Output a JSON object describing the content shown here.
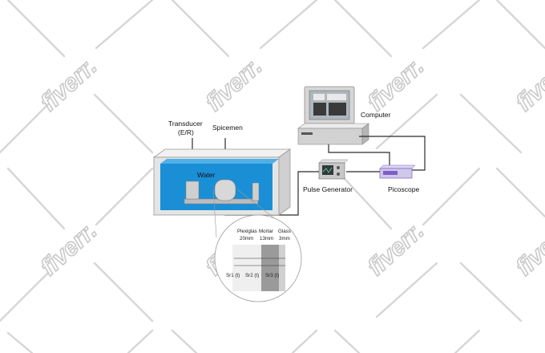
{
  "labels": {
    "computer": "Computer",
    "transducer_line1": "Transducer",
    "transducer_line2": "(E/R)",
    "specimen": "Spicemen",
    "water": "Water",
    "pulse_generator": "Pulse Generator",
    "picoscope": "Picoscope"
  },
  "detail": {
    "plexiglas": "Plexiglas",
    "mortar": "Mortar",
    "glass": "Glass",
    "dim_plexiglas": "20mm",
    "dim_mortar": "13mm",
    "dim_glass": "3mm",
    "sr1": "Sr1 (t)",
    "sr2": "Sr2 (t)",
    "sr3": "Sr3 (t)"
  },
  "watermark": {
    "text": "fiverr."
  },
  "colors": {
    "water": "#1a8fd6",
    "tank_wall": "#e4e4e4",
    "device_grey": "#c8c8c8",
    "picoscope_accent": "#7b5fc7",
    "watermark": "#cfcfcf"
  }
}
